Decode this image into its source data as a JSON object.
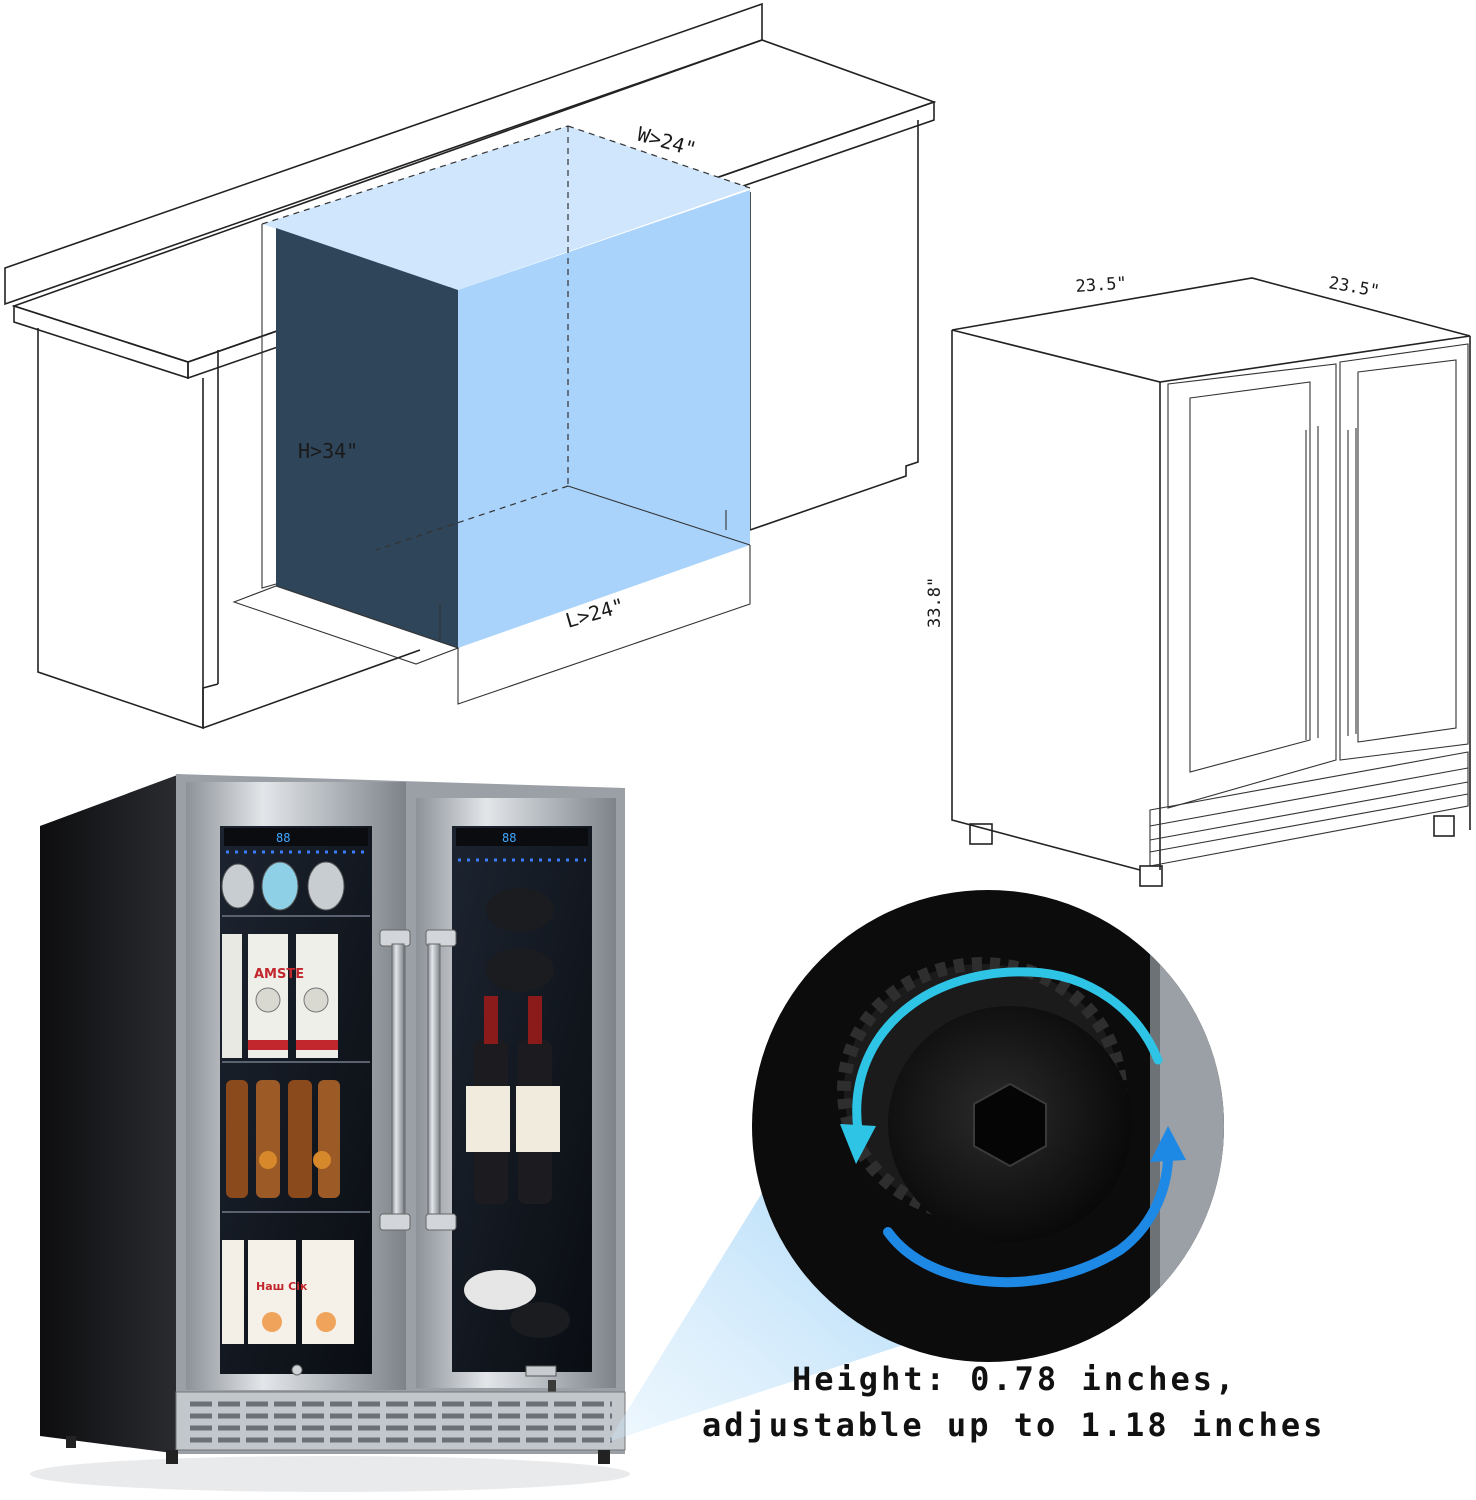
{
  "installation": {
    "width_label": "W>24\"",
    "height_label": "H>34\"",
    "depth_label": "L>24\""
  },
  "unit_dimensions": {
    "width_label": "23.5\"",
    "depth_label": "23.5\"",
    "height_label": "33.8\""
  },
  "leveling_leg": {
    "caption_line1": "Height: 0.78 inches,",
    "caption_line2": "adjustable up to 1.18 inches"
  },
  "panels": {
    "left_panel": {
      "display": "88",
      "can_label": "AMSTE",
      "juice_label": "Наш Сік"
    },
    "right_panel": {
      "display": "88"
    }
  },
  "colors": {
    "cavity_dark": "#2f4559",
    "cavity_light": "#a9d3fb",
    "cavity_pale": "#cfe6fd",
    "steel": "#b9bec4",
    "arrow_cyan": "#2ec4e6",
    "arrow_blue": "#1e88e5"
  }
}
